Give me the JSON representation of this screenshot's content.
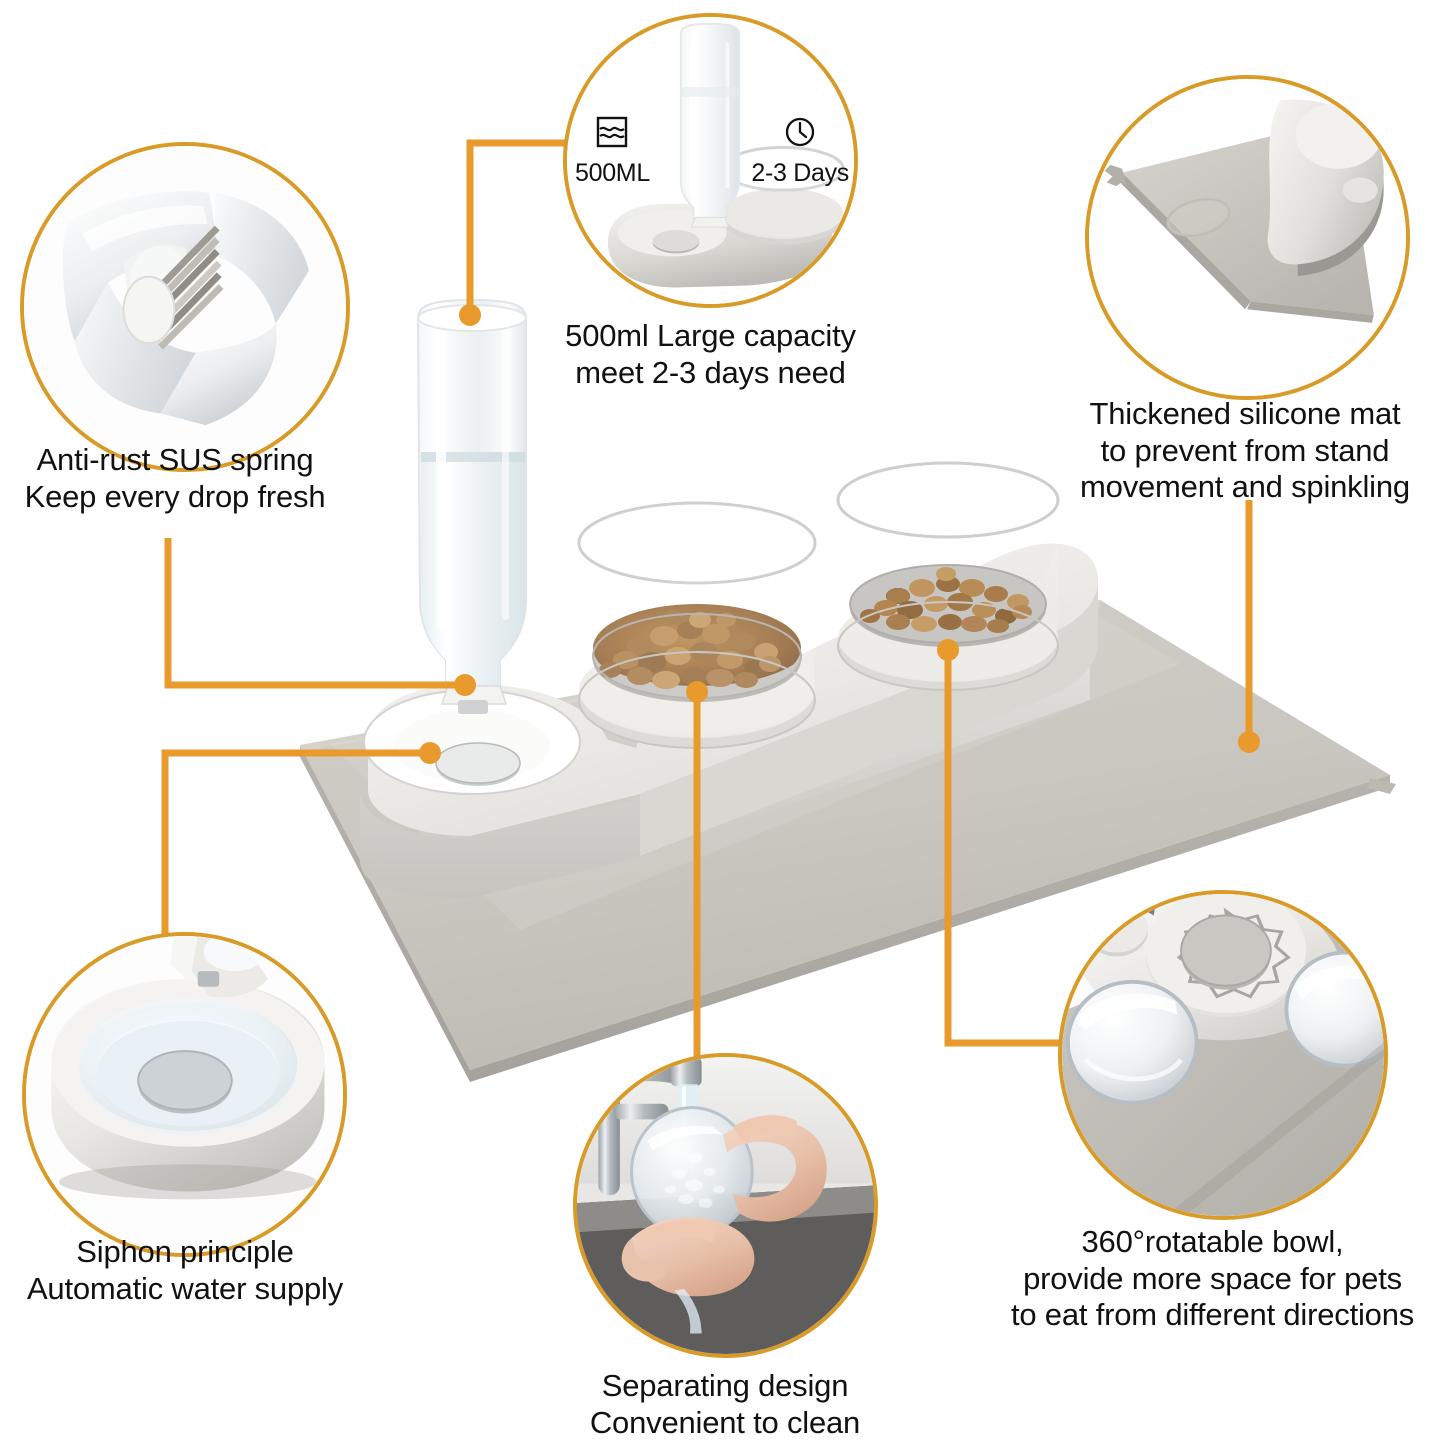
{
  "page": {
    "type": "product-feature-infographic",
    "product": "Automatic pet water dispenser and double food bowl stand with silicone mat",
    "background_color": "#ffffff",
    "accent_color": "#E89A2C",
    "accent_dark": "#D99B28",
    "text_color": "#111111",
    "mat_color": "#C9C6BF",
    "stand_color": "#EFEEEC"
  },
  "callouts": [
    {
      "id": "anti-rust-spring",
      "caption": "Anti-rust SUS spring\nKeep every drop fresh",
      "image_alt": "Close-up of stainless steel spring valve inside white plastic water nozzle"
    },
    {
      "id": "large-capacity",
      "caption": "500ml Large capacity\nmeet 2-3 days need",
      "image_alt": "Water bottle mounted on feeder base",
      "specs": [
        {
          "icon": "water-level-icon",
          "label": "500ML"
        },
        {
          "icon": "clock-icon",
          "label": "2-3 Days"
        }
      ]
    },
    {
      "id": "silicone-mat",
      "caption": "Thickened silicone mat\nto prevent from stand\nmovement and spinkling",
      "image_alt": "Corner of thick grey silicone mat under the feeder stand"
    },
    {
      "id": "siphon-principle",
      "caption": "Siphon principle\nAutomatic water supply",
      "image_alt": "Round white water bowl filled with water via siphon"
    },
    {
      "id": "separating-design",
      "caption": "Separating design\nConvenient to clean",
      "image_alt": "Hands rinsing a clear detachable bowl under a kitchen faucet"
    },
    {
      "id": "rotatable-bowl",
      "caption": "360°rotatable bowl,\nprovide more space for pets\nto eat from different directions",
      "image_alt": "Top view of feeder base showing rotatable bowl mounting ring"
    }
  ],
  "hotspots": [
    {
      "id": "bottle-valve-dot",
      "target": "water bottle valve"
    },
    {
      "id": "water-bowl-dot",
      "target": "water bowl"
    },
    {
      "id": "bottle-cap-dot",
      "target": "bottle cap"
    },
    {
      "id": "food-bowl-front-dot",
      "target": "front food bowl"
    },
    {
      "id": "food-bowl-rear-dot",
      "target": "rear food bowl"
    },
    {
      "id": "mat-dot",
      "target": "silicone mat surface"
    }
  ]
}
